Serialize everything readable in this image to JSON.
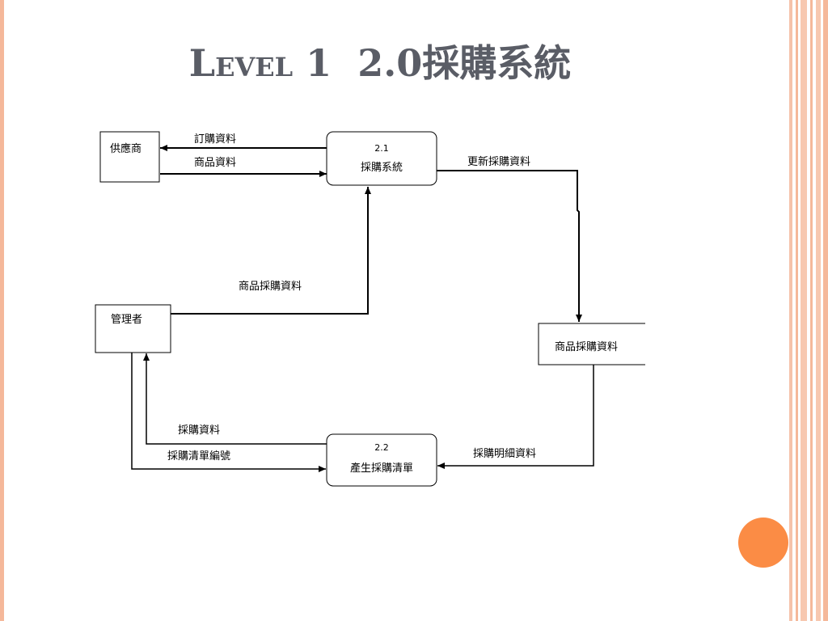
{
  "slide": {
    "title_part1": "Level 1",
    "title_part2": "2.0採購系統"
  },
  "diagram": {
    "external_entities": {
      "supplier": "供應商",
      "manager": "管理者"
    },
    "processes": {
      "p21": {
        "id": "2.1",
        "name": "採購系統"
      },
      "p22": {
        "id": "2.2",
        "name": "產生採購清單"
      }
    },
    "data_store": {
      "name": "商品採購資料"
    },
    "flows": {
      "order_data": "訂購資料",
      "product_data": "商品資料",
      "update_purchase_data": "更新採購資料",
      "product_purchase_data": "商品採購資料",
      "purchase_detail_data": "採購明細資料",
      "purchase_data": "採購資料",
      "purchase_list_number": "採購清單編號"
    }
  },
  "colors": {
    "title": "#5a5d66",
    "accent_orange": "#fb8c45",
    "border_peach": "#f5b89a"
  }
}
